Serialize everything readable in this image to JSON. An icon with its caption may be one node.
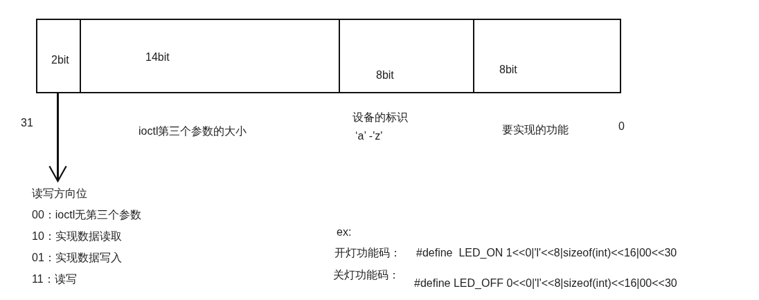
{
  "diagram": {
    "nodes": [
      {
        "text": [
          "2bit"
        ]
      },
      {
        "text": [
          "14bit"
        ],
        "beside": [
          "ioctl第三个参数的大小"
        ]
      },
      {
        "text": [
          "8bit"
        ],
        "beside": [
          "设备的标识",
          "‘a’ -'z'"
        ]
      },
      {
        "text": [
          "8bit"
        ],
        "beside": [
          "要实现的功能"
        ]
      },
      {
        "text": [
          "读写方向位",
          "00：ioctl无第三个参数",
          "10：实现数据读取",
          "01：实现数据写入",
          "11：读写"
        ]
      }
    ],
    "edges": [
      {
        "from": 0,
        "to": 4,
        "arrow": "to"
      }
    ],
    "labels": [
      "31",
      "0",
      "ex:",
      "开灯功能码：",
      "#define  LED_ON 1<<0|'l'<<8|sizeof(int)<<16|00<<30",
      "关灯功能码：",
      "#define LED_OFF 0<<0|'l'<<8|sizeof(int)<<16|00<<30"
    ]
  }
}
